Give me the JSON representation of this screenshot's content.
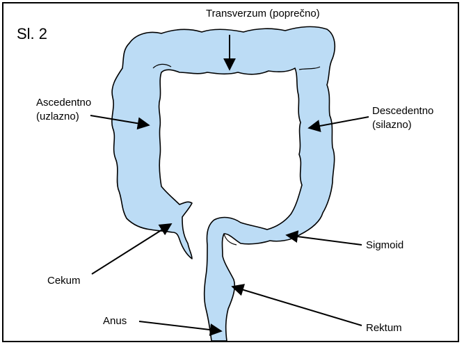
{
  "figure_label": "Sl. 2",
  "labels": {
    "transverzum": "Transverzum (poprečno)",
    "ascedentno_line1": "Ascedentno",
    "ascedentno_line2": "(uzlazno)",
    "descedentno_line1": "Descedentno",
    "descedentno_line2": "(silazno)",
    "sigmoid": "Sigmoid",
    "cekum": "Cekum",
    "anus": "Anus",
    "rektum": "Rektum"
  },
  "colors": {
    "organ_fill": "#bcdcf5",
    "outline": "#000000"
  }
}
